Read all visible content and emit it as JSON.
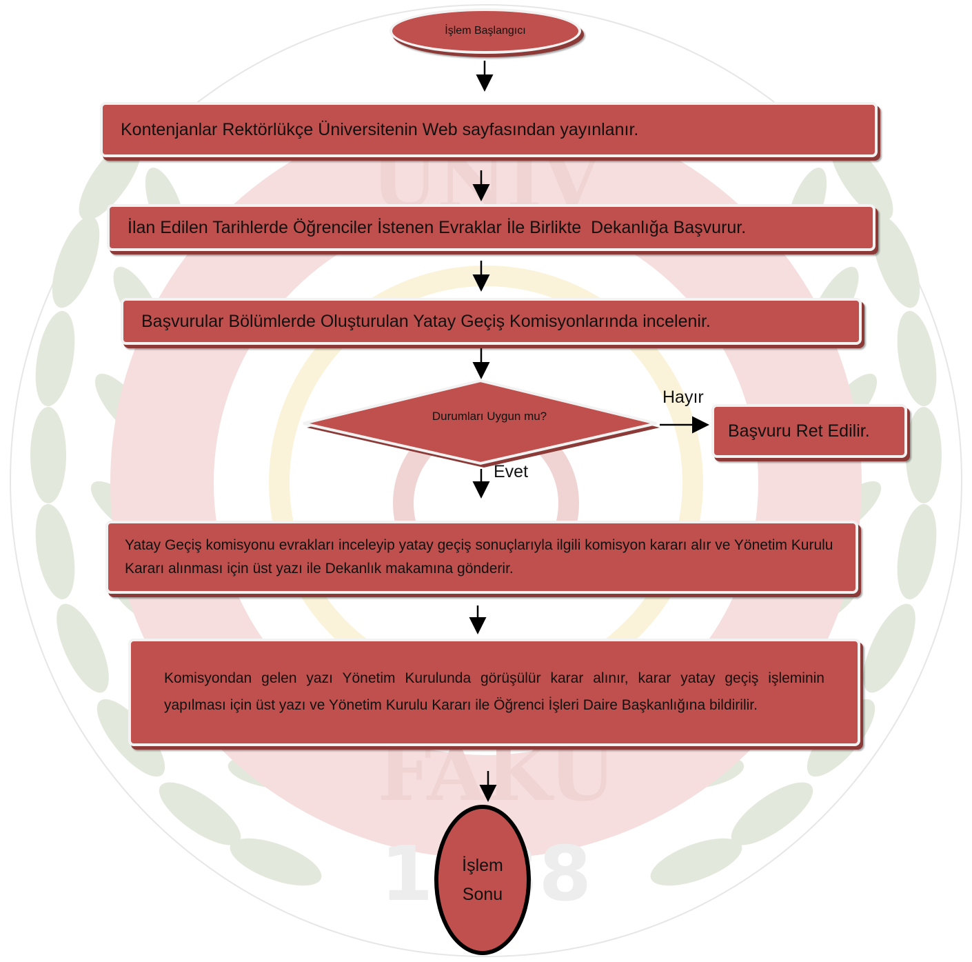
{
  "flowchart": {
    "start": "İşlem Başlangıcı",
    "steps": [
      "Kontenjanlar Rektörlükçe Üniversitenin Web sayfasından yayınlanır.",
      "İlan Edilen Tarihlerde Öğrenciler İstenen Evraklar İle Birlikte  Dekanlığa Başvurur.",
      "Başvurular Bölümlerde Oluşturulan Yatay Geçiş Komisyonlarında incelenir."
    ],
    "decision": {
      "question": "Durumları Uygun mu?",
      "no_label": "Hayır",
      "yes_label": "Evet",
      "no_result": "Başvuru Ret Edilir."
    },
    "step4": "Yatay Geçiş komisyonu evrakları inceleyip yatay geçiş sonuçlarıyla ilgili komisyon kararı alır ve Yönetim Kurulu Kararı alınması için üst yazı ile Dekanlık makamına gönderir.",
    "step5": "Komisyondan gelen yazı Yönetim Kurulunda görüşülür karar alınır, karar yatay geçiş işleminin yapılması için üst yazı ve Yönetim Kurulu Kararı ile Öğrenci İşleri Daire Başkanlığına bildirilir.",
    "end_line1": "İşlem",
    "end_line2": "Sonu"
  },
  "watermark": {
    "letters_top": "ÜNİV",
    "letters_bottom": "FAKÜ",
    "year": "1938"
  },
  "colors": {
    "box_fill": "#c0504d",
    "box_border": "#f2f2f2",
    "watermark_red": "#f2d6d5",
    "watermark_green": "#e3e8dc"
  }
}
